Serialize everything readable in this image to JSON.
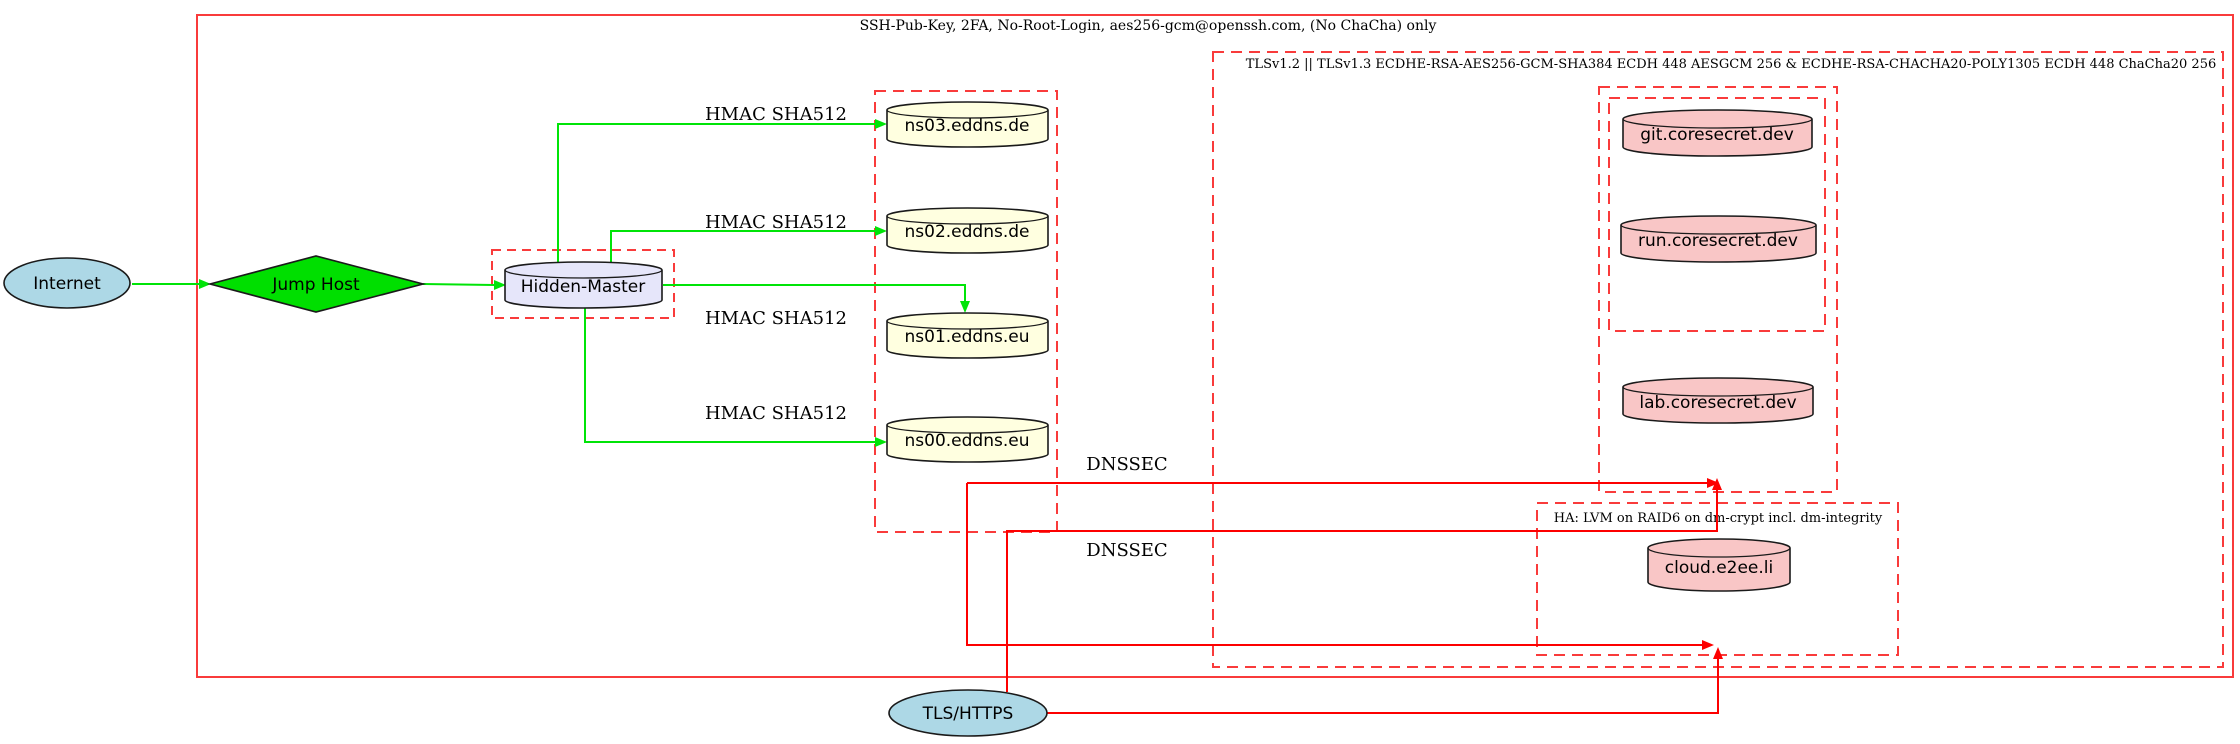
{
  "clusters": {
    "ssh": {
      "label": "SSH-Pub-Key, 2FA, No-Root-Login, aes256-gcm@openssh.com, (No ChaCha) only"
    },
    "tls": {
      "label": "TLSv1.2 || TLSv1.3 ECDHE-RSA-AES256-GCM-SHA384 ECDH 448 AESGCM 256 & ECDHE-RSA-CHACHA20-POLY1305 ECDH 448 ChaCha20 256"
    },
    "ha": {
      "label": "HA: LVM on RAID6 on dm-crypt incl. dm-integrity"
    }
  },
  "nodes": {
    "internet": {
      "label": "Internet"
    },
    "jump_host": {
      "label": "Jump Host"
    },
    "hidden_master": {
      "label": "Hidden-Master"
    },
    "ns03": {
      "label": "ns03.eddns.de"
    },
    "ns02": {
      "label": "ns02.eddns.de"
    },
    "ns01": {
      "label": "ns01.eddns.eu"
    },
    "ns00": {
      "label": "ns00.eddns.eu"
    },
    "git": {
      "label": "git.coresecret.dev"
    },
    "run": {
      "label": "run.coresecret.dev"
    },
    "lab": {
      "label": "lab.coresecret.dev"
    },
    "cloud": {
      "label": "cloud.e2ee.li"
    },
    "tls_https": {
      "label": "TLS/HTTPS"
    }
  },
  "edge_labels": {
    "hmac_ns03": "HMAC SHA512",
    "hmac_ns02": "HMAC SHA512",
    "hmac_ns01": "HMAC SHA512",
    "hmac_ns00": "HMAC SHA512",
    "dnssec_top": "DNSSEC",
    "dnssec_bottom": "DNSSEC"
  },
  "colors": {
    "cluster_border_red": "#f93b3b",
    "edge_red": "#fd0000",
    "edge_green": "#00e408",
    "node_lightblue": "#add8e6",
    "node_green": "#00df00",
    "node_lavender": "#e6e6fa",
    "node_lightyellow": "#ffffe0",
    "node_pink": "#f9c6c6"
  }
}
